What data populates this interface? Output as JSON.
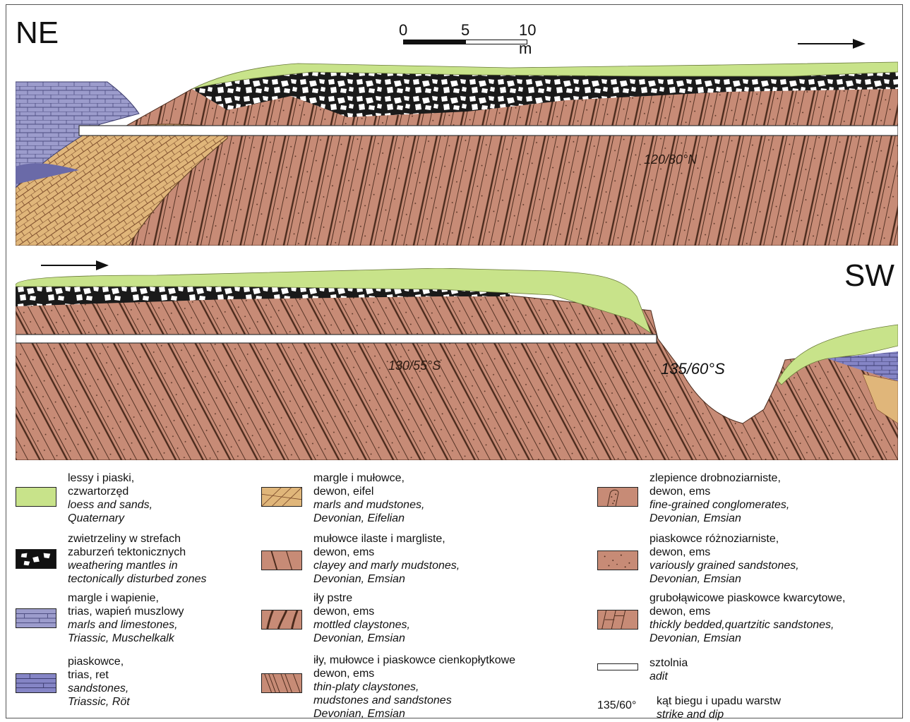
{
  "labels": {
    "ne": "NE",
    "sw": "SW"
  },
  "scale": {
    "zero": "0",
    "five": "5",
    "ten": "10 m"
  },
  "dips": {
    "upper": "120/80°N",
    "lower_left": "130/55°S",
    "lower_right": "135/60°S"
  },
  "colors": {
    "loess": "#c8e38a",
    "rust": "#c78b76",
    "ochre": "#e0b67a",
    "marl": "#9c9ccc",
    "sandstone_ret": "#8585c6",
    "rubble": "#1a1a1a",
    "line": "#4a2a1c"
  },
  "legend": [
    {
      "key": "loess",
      "pl": [
        "lessy i piaski,",
        "czwartorzęd"
      ],
      "en": [
        "loess and sands,",
        "Quaternary"
      ]
    },
    {
      "key": "weathering",
      "pl": [
        "zwietrzeliny w strefach",
        "zaburzeń tektonicznych"
      ],
      "en": [
        "weathering mantles in",
        "tectonically disturbed zones"
      ]
    },
    {
      "key": "marls_limestones",
      "pl": [
        "margle i wapienie,",
        "trias, wapień muszlowy"
      ],
      "en": [
        "marls and limestones,",
        "Triassic, Muschelkalk"
      ]
    },
    {
      "key": "sandstones_ret",
      "pl": [
        "piaskowce,",
        "trias, ret"
      ],
      "en": [
        "sandstones,",
        "Triassic, Röt"
      ]
    },
    {
      "key": "marls_mudstones",
      "pl": [
        "margle i mułowce,",
        "dewon, eifel"
      ],
      "en": [
        "marls and mudstones,",
        "Devonian, Eifelian"
      ]
    },
    {
      "key": "clayey_mudstones",
      "pl": [
        "mułowce ilaste i margliste,",
        "dewon, ems"
      ],
      "en": [
        "clayey and marly mudstones,",
        "Devonian, Emsian"
      ]
    },
    {
      "key": "mottled",
      "pl": [
        "iły pstre",
        "dewon, ems"
      ],
      "en": [
        "mottled claystones,",
        "Devonian, Emsian"
      ]
    },
    {
      "key": "thin_platy",
      "pl": [
        "iły, mułowce i piaskowce cienkopłytkowe",
        "dewon, ems"
      ],
      "en": [
        "thin-platy claystones,",
        "mudstones and sandstones",
        "Devonian, Emsian"
      ]
    },
    {
      "key": "conglomerates",
      "pl": [
        "zlepience drobnoziarniste,",
        "dewon, ems"
      ],
      "en": [
        "fine-grained conglomerates,",
        "Devonian, Emsian"
      ]
    },
    {
      "key": "variously_sandstones",
      "pl": [
        "piaskowce różnoziarniste,",
        "dewon, ems"
      ],
      "en": [
        "variously grained sandstones,",
        "Devonian, Emsian"
      ]
    },
    {
      "key": "quartzitic",
      "pl": [
        "grubołąwicowe piaskowce kwarcytowe,",
        "dewon, ems"
      ],
      "en": [
        "thickly bedded,quartzitic sandstones,",
        "Devonian, Emsian"
      ]
    },
    {
      "key": "adit",
      "pl": [
        "sztolnia"
      ],
      "en": [
        "adit"
      ]
    },
    {
      "key": "strike",
      "prefix": "135/60°",
      "pl": [
        "kąt biegu i upadu warstw"
      ],
      "en": [
        "strike and dip"
      ]
    }
  ]
}
